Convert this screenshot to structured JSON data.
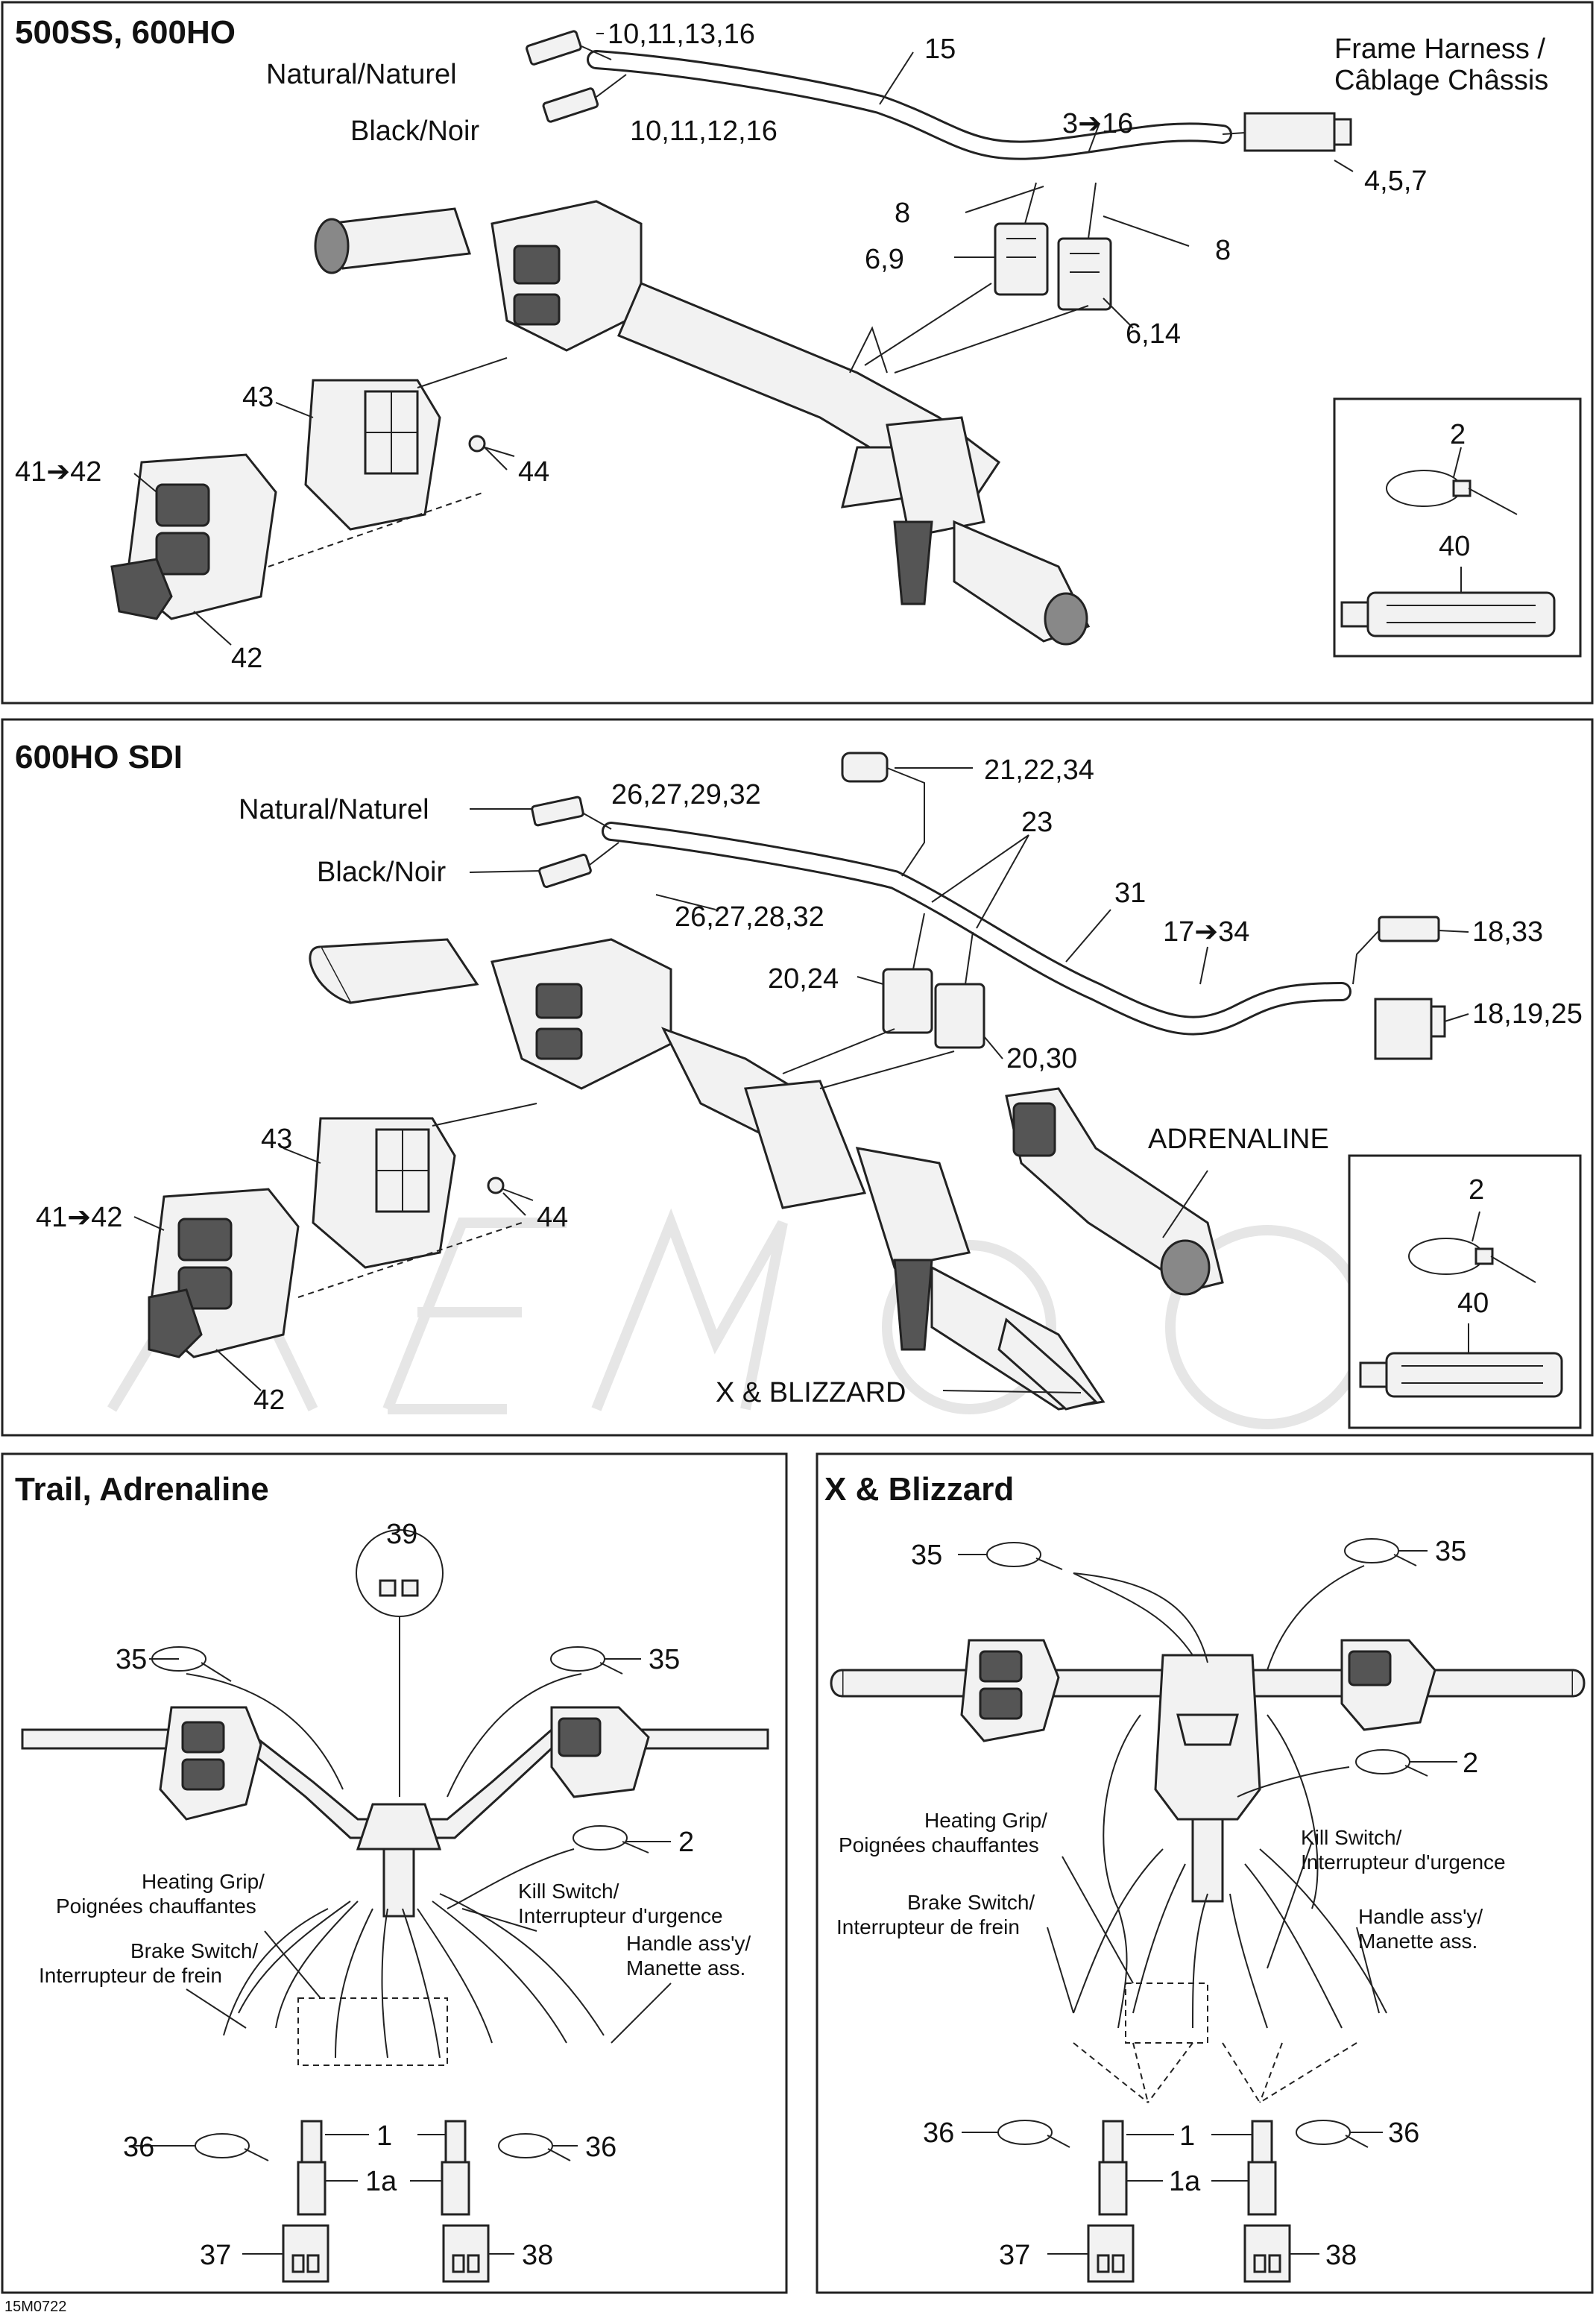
{
  "diagram_code": "15M0722",
  "panel_top": {
    "title": "500SS, 600HO",
    "labels": {
      "harness_plug_a": "10,11,13,16",
      "natural": "Natural/Naturel",
      "black": "Black/Noir",
      "harness_plug_b": "10,11,12,16",
      "hose": "15",
      "frame_harness_1": "Frame Harness /",
      "frame_harness_2": "Câblage Châssis",
      "range_3_16": "3➔16",
      "connector_457": "4,5,7",
      "clip_8a": "8",
      "clip_8b": "8",
      "conn_69": "6,9",
      "conn_614": "6,14",
      "cover_43": "43",
      "screw_44": "44",
      "housing_41_42": "41➔42",
      "switch_42": "42",
      "tie_2": "2",
      "tube_40": "40"
    }
  },
  "panel_mid": {
    "title": "600HO SDI",
    "labels": {
      "sensor_21": "21,22,34",
      "natural": "Natural/Naturel",
      "plug_26a": "26,27,29,32",
      "clip_23": "23",
      "black": "Black/Noir",
      "hose_31": "31",
      "plug_26b": "26,27,28,32",
      "range_17_34": "17➔34",
      "conn_1833": "18,33",
      "conn_2024": "20,24",
      "conn_181925": "18,19,25",
      "conn_2030": "20,30",
      "adrenaline": "ADRENALINE",
      "cover_43": "43",
      "screw_44": "44",
      "housing_41_42": "41➔42",
      "switch_42": "42",
      "x_blizzard": "X & BLIZZARD",
      "tie_2": "2",
      "tube_40": "40"
    }
  },
  "panel_trail": {
    "title": "Trail, Adrenaline",
    "labels": {
      "n39": "39",
      "tie_35_left": "35",
      "tie_35_right": "35",
      "tie_2": "2",
      "heating_grip_1": "Heating Grip/",
      "heating_grip_2": "Poignées chauffantes",
      "kill_switch_1": "Kill Switch/",
      "kill_switch_2": "Interrupteur d'urgence",
      "brake_switch_1": "Brake Switch/",
      "brake_switch_2": "Interrupteur de frein",
      "handle_1": "Handle ass'y/",
      "handle_2": "Manette ass.",
      "n1": "1",
      "n1a": "1a",
      "tie_36_left": "36",
      "tie_36_right": "36",
      "n37": "37",
      "n38": "38"
    }
  },
  "panel_x": {
    "title": "X & Blizzard",
    "labels": {
      "tie_35_left": "35",
      "tie_35_right": "35",
      "tie_2": "2",
      "heating_grip_1": "Heating Grip/",
      "heating_grip_2": "Poignées chauffantes",
      "kill_switch_1": "Kill Switch/",
      "kill_switch_2": "Interrupteur d'urgence",
      "brake_switch_1": "Brake Switch/",
      "brake_switch_2": "Interrupteur de frein",
      "handle_1": "Handle ass'y/",
      "handle_2": "Manette ass.",
      "n1": "1",
      "n1a": "1a",
      "tie_36_left": "36",
      "tie_36_right": "36",
      "n37": "37",
      "n38": "38"
    }
  }
}
